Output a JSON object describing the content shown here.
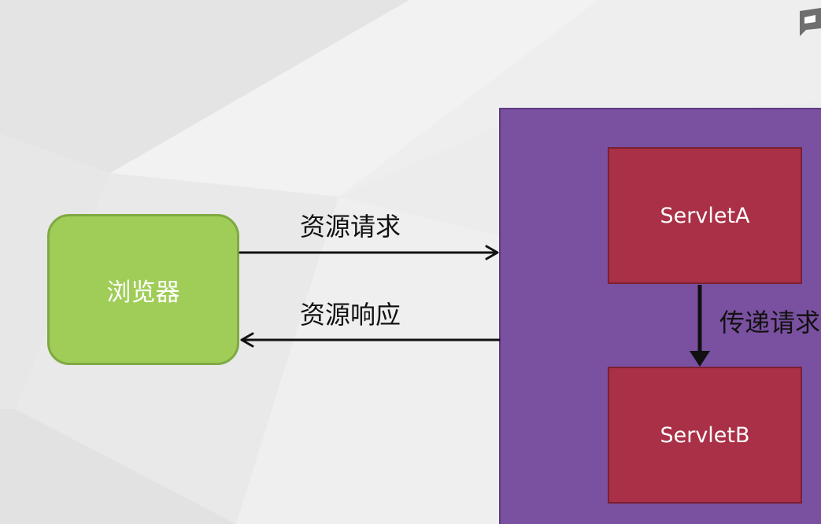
{
  "diagram": {
    "browser_label": "浏览器",
    "request_label": "资源请求",
    "response_label": "资源响应",
    "forward_label": "传递请求",
    "servlet_a_label": "ServletA",
    "servlet_b_label": "ServletB"
  },
  "colors": {
    "background": "#ececec",
    "browser_fill": "#9fcd58",
    "server_fill": "#7a50a0",
    "servlet_fill": "#a93046",
    "arrow": "#111111"
  },
  "icons": {
    "corner_logo": "logo-icon"
  }
}
